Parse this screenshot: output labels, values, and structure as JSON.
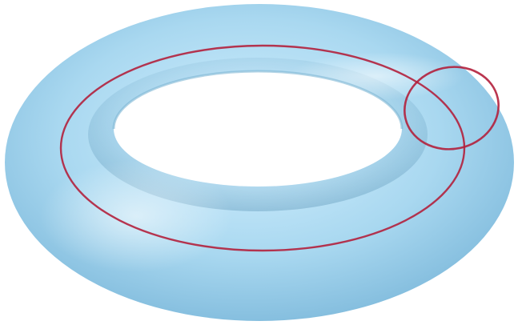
{
  "figure": {
    "subject": "torus",
    "colors": {
      "background": "#ffffff",
      "surface_light": "#b9e3f7",
      "surface_mid": "#8fc9e8",
      "surface_shadow": "#6aa6c7",
      "curve": "#b2203c"
    },
    "curves": [
      {
        "kind": "longitude"
      },
      {
        "kind": "meridian"
      }
    ]
  }
}
